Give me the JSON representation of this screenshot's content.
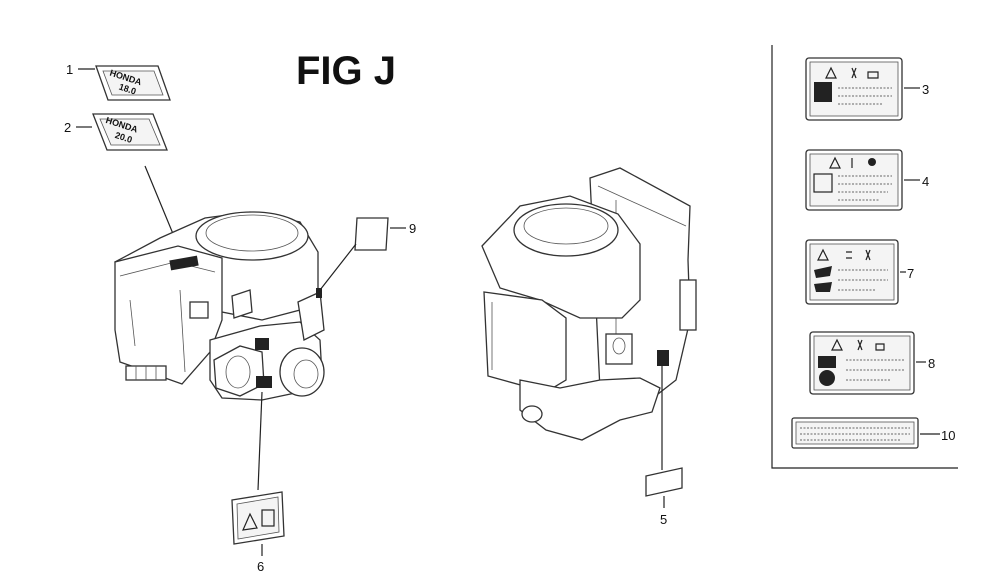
{
  "figure": {
    "title": "FIG J"
  },
  "callouts": {
    "c1": "1",
    "c2": "2",
    "c3": "3",
    "c4": "4",
    "c5": "5",
    "c6": "6",
    "c7": "7",
    "c8": "8",
    "c9": "9",
    "c10": "10"
  },
  "emblems": {
    "brand": "HONDA",
    "model_1": "18.0",
    "model_2": "20.0"
  }
}
